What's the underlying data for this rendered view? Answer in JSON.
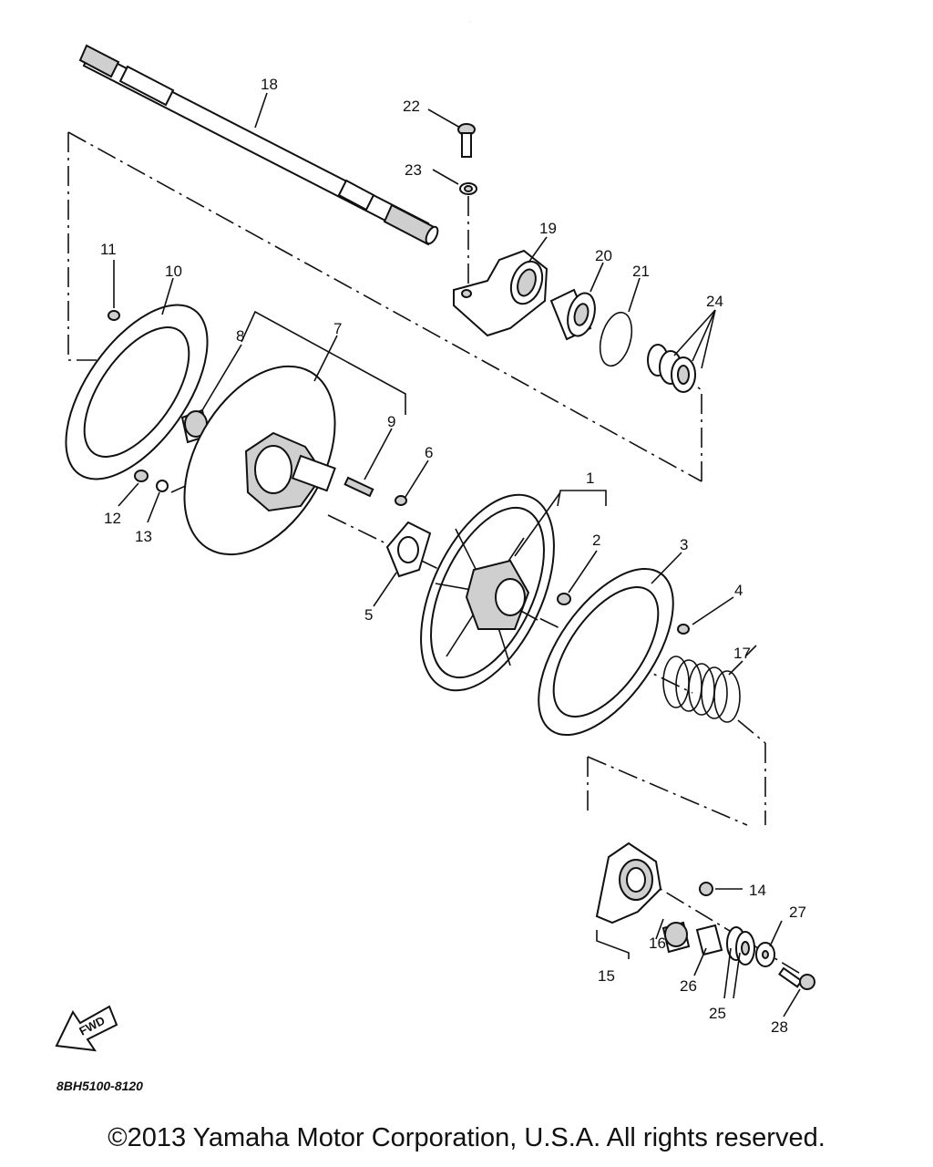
{
  "diagram": {
    "labels": {
      "l1": "1",
      "l2": "2",
      "l3": "3",
      "l4": "4",
      "l5": "5",
      "l6": "6",
      "l7": "7",
      "l8": "8",
      "l9": "9",
      "l10": "10",
      "l11": "11",
      "l12": "12",
      "l13": "13",
      "l14": "14",
      "l15": "15",
      "l16": "16",
      "l17": "17",
      "l18": "18",
      "l19": "19",
      "l20": "20",
      "l21": "21",
      "l22": "22",
      "l23": "23",
      "l24": "24",
      "l25": "25",
      "l26": "26",
      "l27": "27",
      "l28": "28"
    },
    "drawing_code": "8BH5100-8120",
    "fwd_arrow_text": "FWD"
  },
  "footer": {
    "copyright": "©2013 Yamaha Motor Corporation, U.S.A. All rights reserved."
  }
}
